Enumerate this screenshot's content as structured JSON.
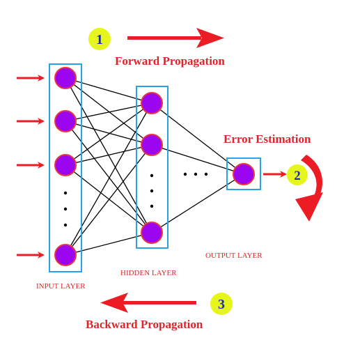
{
  "steps": [
    {
      "number": "1",
      "label": "Forward Propagation"
    },
    {
      "number": "2",
      "label": "Error Estimation"
    },
    {
      "number": "3",
      "label": "Backward Propagation"
    }
  ],
  "layers": {
    "input": {
      "label": "INPUT LAYER"
    },
    "hidden": {
      "label": "HIDDEN LAYER"
    },
    "output": {
      "label": "OUTPUT LAYER"
    }
  },
  "colors": {
    "node_fill": "#9b05f0",
    "node_stroke": "#e8373f",
    "box_stroke": "#2aa3e6",
    "arrow_red": "#ec1c24",
    "badge_fill": "#e6f51c",
    "badge_text": "#1d2fa8",
    "title_red": "#e0242a",
    "connection": "#000000"
  }
}
